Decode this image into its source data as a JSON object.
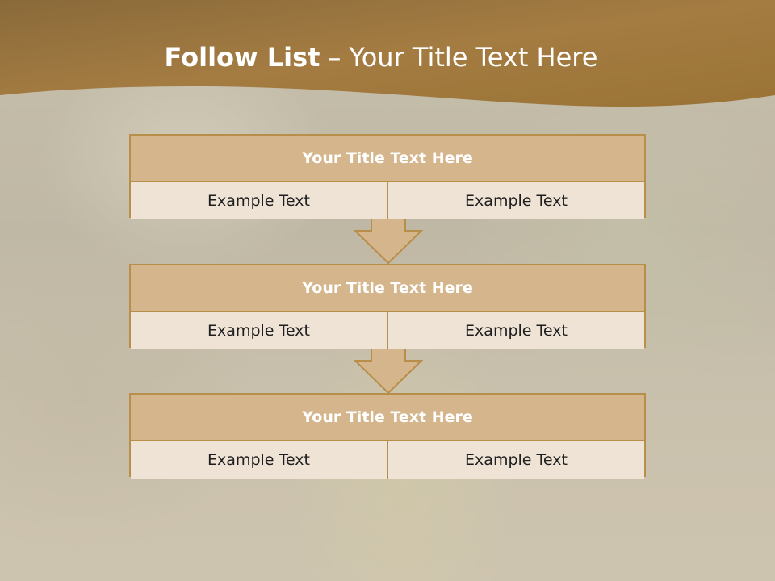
{
  "header": {
    "title_bold": "Follow List",
    "separator": "–",
    "title_rest": "Your Title Text Here"
  },
  "blocks": [
    {
      "title": "Your Title Text Here",
      "left": "Example Text",
      "right": "Example Text"
    },
    {
      "title": "Your Title Text Here",
      "left": "Example Text",
      "right": "Example Text"
    },
    {
      "title": "Your Title Text Here",
      "left": "Example Text",
      "right": "Example Text"
    }
  ],
  "colors": {
    "banner": "#a57c3e",
    "header_cell": "#d5b58b",
    "body_cell": "#efe3d6",
    "border": "#b88f4a"
  }
}
